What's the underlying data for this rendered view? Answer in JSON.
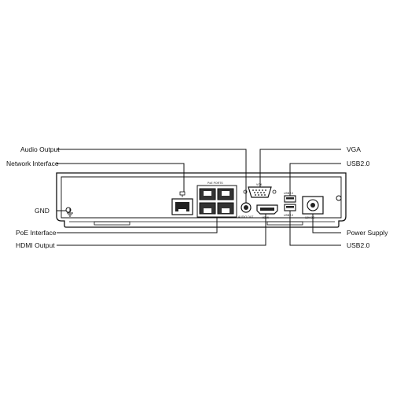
{
  "labels": {
    "audio_output": "Audio Output",
    "network_interface": "Network Interface",
    "gnd": "GND",
    "poe_interface": "PoE Interface",
    "hdmi_output": "HDMI Output",
    "vga": "VGA",
    "usb_top": "USB2.0",
    "power_supply": "Power Supply",
    "usb_bottom": "USB2.0"
  },
  "panel_text": {
    "poe_ports": "PoE PORTS",
    "vga": "VGA",
    "audio_out": "AUDIO OUT",
    "hdmi": "HDMI",
    "usb1": "USB2.0",
    "usb2": "USB2.0",
    "power": "12V DC"
  },
  "icons": [
    "ground-icon",
    "network-icon"
  ]
}
